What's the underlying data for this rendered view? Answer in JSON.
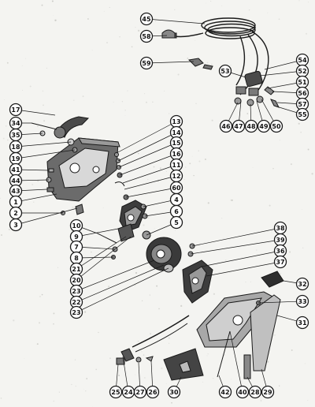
{
  "diagram": {
    "colors": {
      "background": "#f4f4f1",
      "ink": "#1a1a1a",
      "housing_shade": "#6b6b6b",
      "highlight": "#d8d8d8"
    },
    "callouts": [
      {
        "id": "45",
        "label": "45"
      },
      {
        "id": "58",
        "label": "58"
      },
      {
        "id": "59",
        "label": "59"
      },
      {
        "id": "54",
        "label": "54"
      },
      {
        "id": "53",
        "label": "53"
      },
      {
        "id": "52",
        "label": "52"
      },
      {
        "id": "51",
        "label": "51"
      },
      {
        "id": "56",
        "label": "56"
      },
      {
        "id": "57",
        "label": "57"
      },
      {
        "id": "55",
        "label": "55"
      },
      {
        "id": "46",
        "label": "46"
      },
      {
        "id": "47",
        "label": "47"
      },
      {
        "id": "48",
        "label": "48"
      },
      {
        "id": "49",
        "label": "49"
      },
      {
        "id": "50",
        "label": "50"
      },
      {
        "id": "17",
        "label": "17"
      },
      {
        "id": "34",
        "label": "34"
      },
      {
        "id": "35",
        "label": "35"
      },
      {
        "id": "18",
        "label": "18"
      },
      {
        "id": "19",
        "label": "19"
      },
      {
        "id": "41",
        "label": "41"
      },
      {
        "id": "44",
        "label": "44"
      },
      {
        "id": "43",
        "label": "43"
      },
      {
        "id": "1",
        "label": "1"
      },
      {
        "id": "2",
        "label": "2"
      },
      {
        "id": "3",
        "label": "3"
      },
      {
        "id": "13",
        "label": "13"
      },
      {
        "id": "14",
        "label": "14"
      },
      {
        "id": "15",
        "label": "15"
      },
      {
        "id": "16",
        "label": "16"
      },
      {
        "id": "11",
        "label": "11"
      },
      {
        "id": "12",
        "label": "12"
      },
      {
        "id": "60",
        "label": "60"
      },
      {
        "id": "4",
        "label": "4"
      },
      {
        "id": "6",
        "label": "6"
      },
      {
        "id": "5",
        "label": "5"
      },
      {
        "id": "10",
        "label": "10"
      },
      {
        "id": "9",
        "label": "9"
      },
      {
        "id": "7",
        "label": "7"
      },
      {
        "id": "8",
        "label": "8"
      },
      {
        "id": "21",
        "label": "21"
      },
      {
        "id": "20",
        "label": "20"
      },
      {
        "id": "23",
        "label": "23"
      },
      {
        "id": "22",
        "label": "22"
      },
      {
        "id": "23b",
        "label": "23"
      },
      {
        "id": "38",
        "label": "38"
      },
      {
        "id": "39",
        "label": "39"
      },
      {
        "id": "36",
        "label": "36"
      },
      {
        "id": "37",
        "label": "37"
      },
      {
        "id": "32",
        "label": "32"
      },
      {
        "id": "33",
        "label": "33"
      },
      {
        "id": "31",
        "label": "31"
      },
      {
        "id": "25",
        "label": "25"
      },
      {
        "id": "24",
        "label": "24"
      },
      {
        "id": "27",
        "label": "27"
      },
      {
        "id": "26",
        "label": "26"
      },
      {
        "id": "30",
        "label": "30"
      },
      {
        "id": "42",
        "label": "42"
      },
      {
        "id": "40",
        "label": "40"
      },
      {
        "id": "28",
        "label": "28"
      },
      {
        "id": "29",
        "label": "29"
      }
    ]
  }
}
